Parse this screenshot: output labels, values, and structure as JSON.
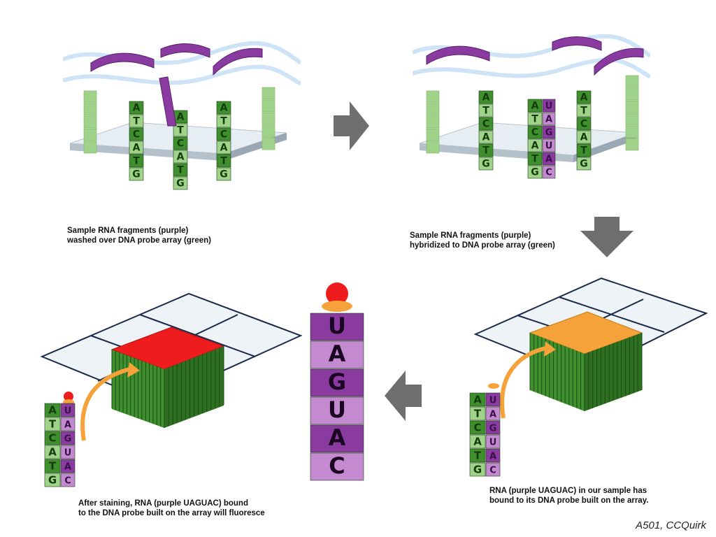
{
  "captions": {
    "panel1": [
      "Sample RNA fragments (purple)",
      "washed over DNA probe array (green)"
    ],
    "panel2": [
      "Sample RNA fragments (purple)",
      "hybridized to DNA probe array (green)"
    ],
    "panel3": [
      "RNA (purple UAGUAC) in our sample has",
      "bound to its DNA probe built on the array."
    ],
    "panel4": [
      "After staining, RNA (purple UAGUAC) bound",
      "to the DNA probe built on the array will fluoresce"
    ]
  },
  "dna_sequence": [
    "A",
    "T",
    "C",
    "A",
    "T",
    "G"
  ],
  "rna_sequence": [
    "U",
    "A",
    "G",
    "U",
    "A",
    "C"
  ],
  "credit": "A501, CCQuirk",
  "colors": {
    "dna_green": "#3f8f2f",
    "dna_light": "#9fd38a",
    "rna_purple": "#8a3ba0",
    "rna_light": "#c48ad0",
    "arrow_gray": "#6f6f6f",
    "orange": "#f5a23a",
    "red": "#ee1c1c"
  }
}
